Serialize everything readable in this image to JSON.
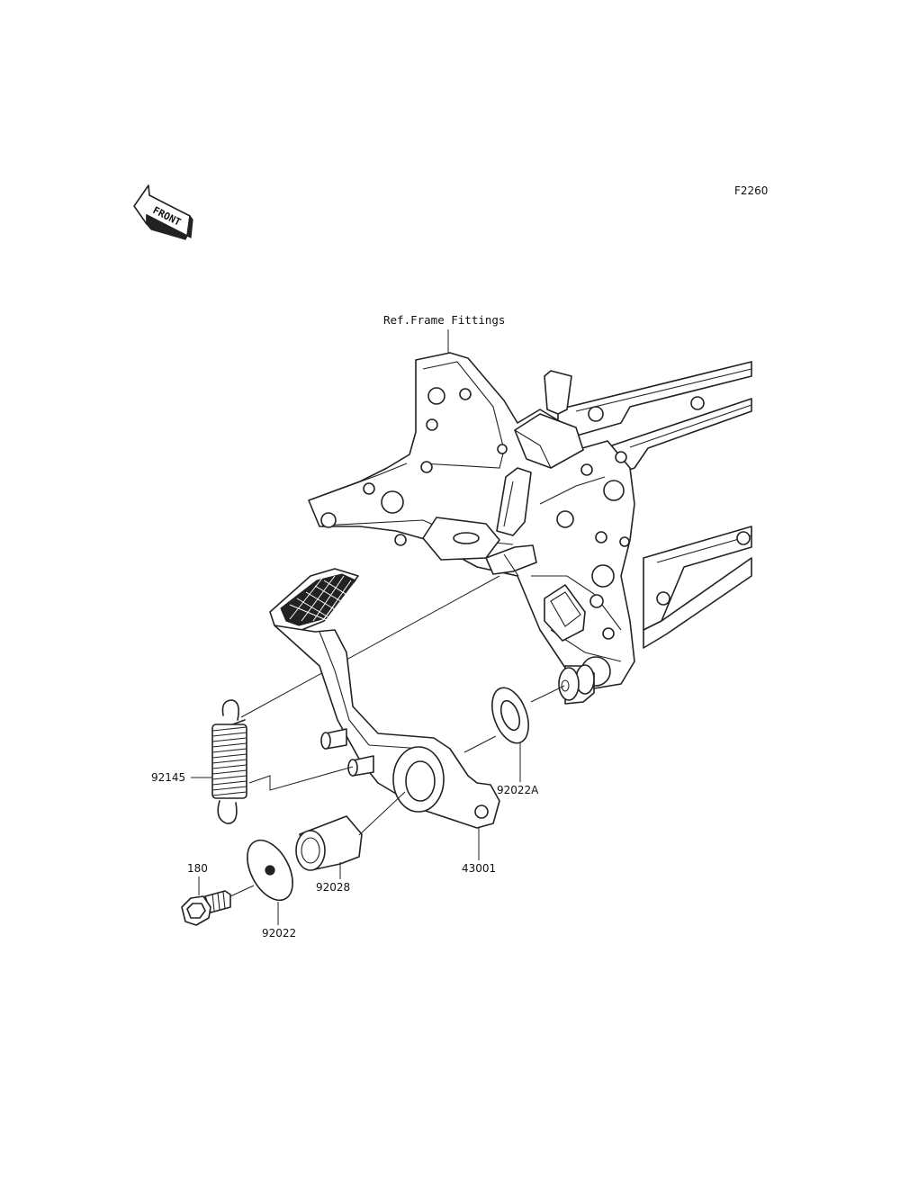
{
  "diagram_code": "F2260",
  "front_indicator": "FRONT",
  "reference_label": "Ref.Frame Fittings",
  "parts": [
    {
      "number": "92145"
    },
    {
      "number": "92022A"
    },
    {
      "number": "43001"
    },
    {
      "number": "92028"
    },
    {
      "number": "180"
    },
    {
      "number": "92022"
    }
  ]
}
